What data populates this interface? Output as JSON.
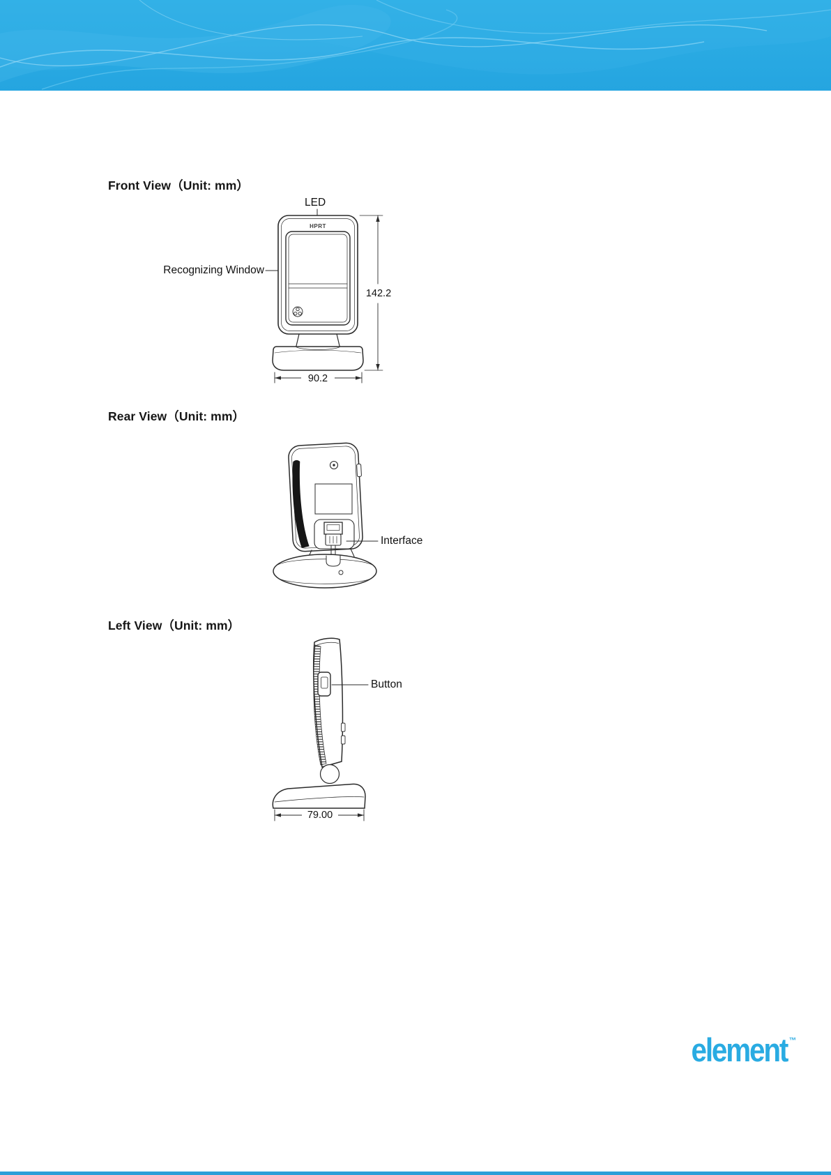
{
  "page": {
    "header_color": "#29a9e1",
    "accent_color": "#29abe2",
    "footer_strip_color": "#2e9fd8",
    "line_color": "#2b2b2b"
  },
  "front_view": {
    "title": "Front View",
    "unit": "（Unit: mm）",
    "brand_mark": "HPRT",
    "labels": {
      "led": "LED",
      "recognizing_window": "Recognizing Window"
    },
    "dimensions": {
      "height": "142.2",
      "width": "90.2"
    }
  },
  "rear_view": {
    "title": "Rear View",
    "unit": "（Unit: mm）",
    "labels": {
      "interface": "Interface"
    }
  },
  "left_view": {
    "title": "Left View",
    "unit": "（Unit: mm）",
    "labels": {
      "button": "Button"
    },
    "dimensions": {
      "width": "79.00"
    }
  },
  "footer": {
    "brand": "element",
    "trademark": "™"
  }
}
